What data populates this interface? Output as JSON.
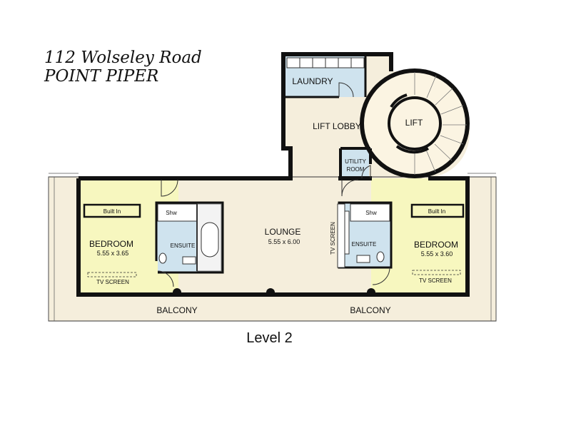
{
  "header": {
    "address": "112  Wolseley Road",
    "suburb": "POINT PIPER"
  },
  "rooms": {
    "laundry": "LAUNDRY",
    "lift_lobby": "LIFT LOBBY",
    "lift": "LIFT",
    "utility_1": "UTILITY",
    "utility_2": "ROOM",
    "lounge": "LOUNGE",
    "lounge_size": "5.55 x 6.00",
    "bedroom_left": "BEDROOM",
    "bedroom_left_size": "5.55 x 3.65",
    "bedroom_right": "BEDROOM",
    "bedroom_right_size": "5.55 x 3.60",
    "built_in_left": "Built In",
    "built_in_right": "Built In",
    "ensuite_left": "ENSUITE",
    "ensuite_right": "ENSUITE",
    "shower_left": "Shw",
    "shower_right": "Shw",
    "tv_screen_left": "TV SCREEN",
    "tv_screen_right": "TV SCREEN",
    "tv_screen_lounge": "TV SCREEN",
    "balcony_left": "BALCONY",
    "balcony_right": "BALCONY"
  },
  "colors": {
    "wall": "#111111",
    "lounge_fill": "#f5eedc",
    "bedroom_fill": "#f7f7bf",
    "wet_fill": "#cfe3ee",
    "wood_fill": "#fbf4e2"
  },
  "level_label": "Level  2"
}
